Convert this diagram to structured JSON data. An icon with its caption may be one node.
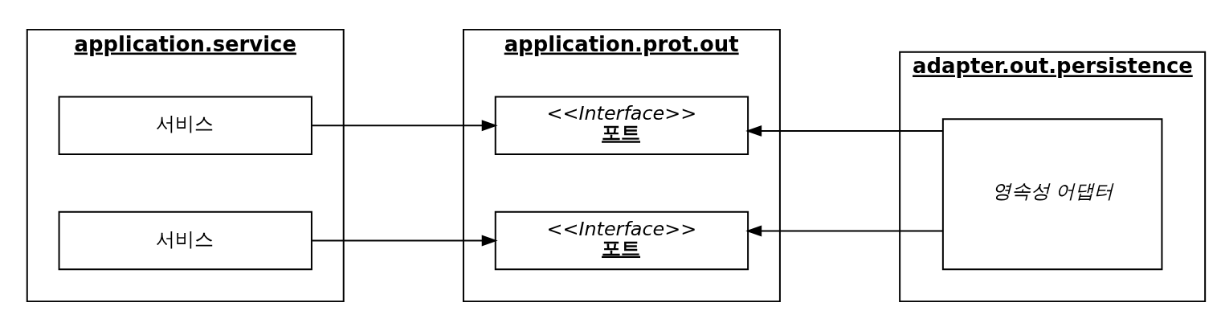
{
  "diagram": {
    "nodes": [
      {
        "text": [
          "application.service"
        ]
      },
      {
        "text": [
          "서비스"
        ],
        "in": 0
      },
      {
        "text": [
          "서비스"
        ],
        "in": 0
      },
      {
        "text": [
          "application.prot.out"
        ]
      },
      {
        "text": [
          "<<Interface>>",
          "포트"
        ],
        "in": 3
      },
      {
        "text": [
          "<<Interface>>",
          "포트"
        ],
        "in": 3
      },
      {
        "text": [
          "adapter.out.persistence"
        ]
      },
      {
        "text": [
          "영속성 어댑터"
        ],
        "in": 6
      }
    ],
    "edges": [
      {
        "from": 1,
        "to": 4,
        "arrow": "to"
      },
      {
        "from": 2,
        "to": 5,
        "arrow": "to"
      },
      {
        "from": 7,
        "to": 4,
        "arrow": "to"
      },
      {
        "from": 7,
        "to": 5,
        "arrow": "to"
      }
    ]
  }
}
